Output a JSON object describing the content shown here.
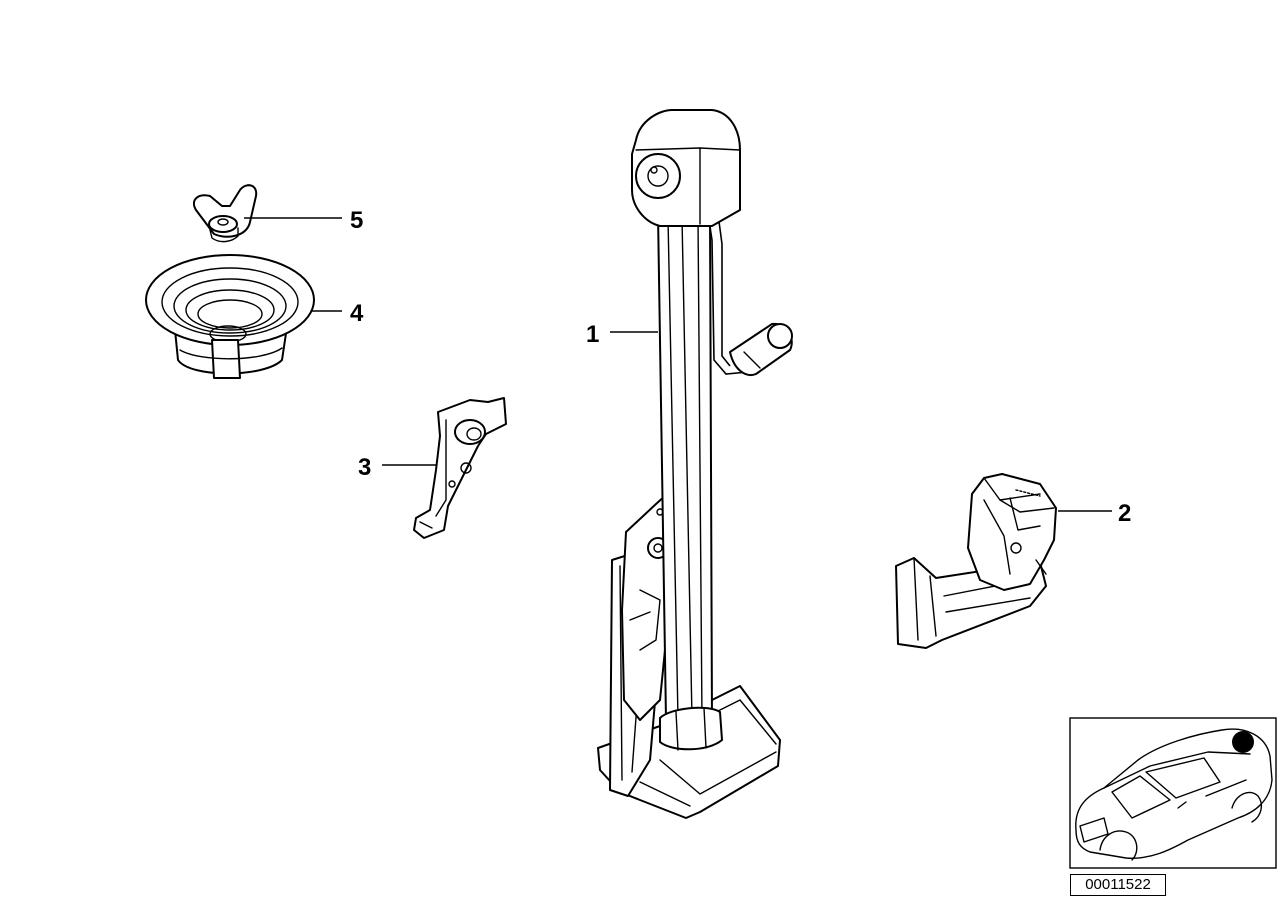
{
  "callouts": [
    {
      "id": "1",
      "label": "1"
    },
    {
      "id": "2",
      "label": "2"
    },
    {
      "id": "3",
      "label": "3"
    },
    {
      "id": "4",
      "label": "4"
    },
    {
      "id": "5",
      "label": "5"
    }
  ],
  "reference_number": "00011522"
}
